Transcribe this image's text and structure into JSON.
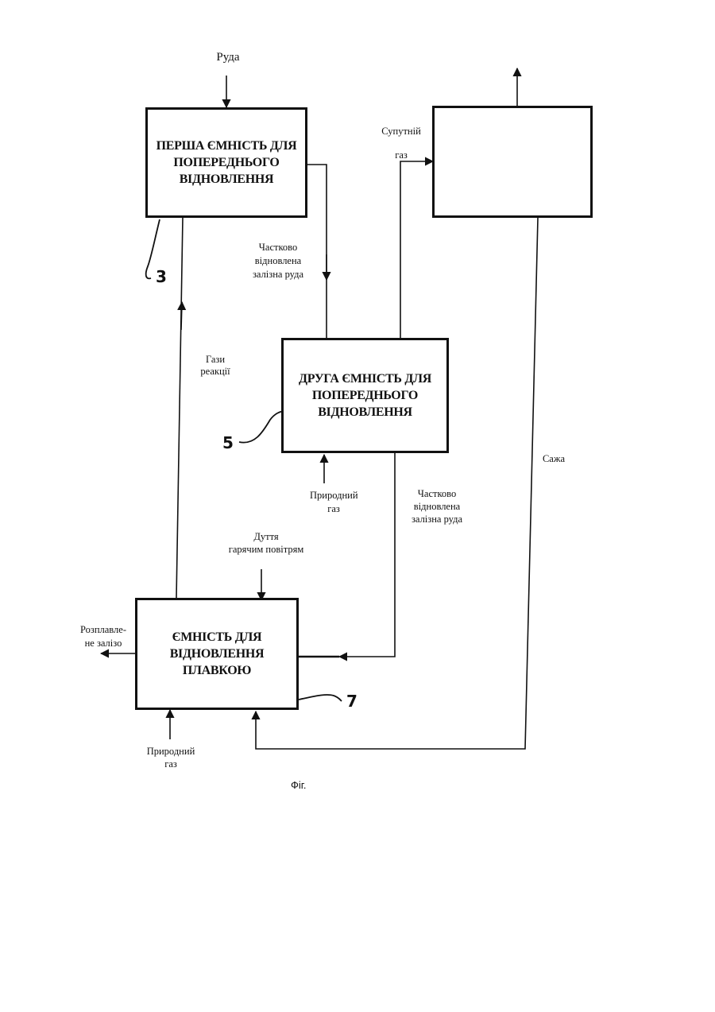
{
  "boxes": {
    "first": "ПЕРША ЄМНІСТЬ ДЛЯ\nПОПЕРЕДНЬОГО\nВІДНОВЛЕННЯ",
    "second": "ДРУГА ЄМНІСТЬ ДЛЯ\nПОПЕРЕДНЬОГО\nВІДНОВЛЕННЯ",
    "smelter": "ЄМНІСТЬ ДЛЯ\nВІДНОВЛЕННЯ\nПЛАВКОЮ",
    "top_right": ""
  },
  "labels": {
    "ore": "Руда",
    "associated_gas": "Супутній\nгаз",
    "partial_ore_1": "Частково\nвідновлена\nзалізна руда",
    "reaction_gases": "Гази\nреакції",
    "natural_gas_1": "Природний\nгаз",
    "partial_ore_2": "Частково\nвідновлена\nзалізна руда",
    "hot_blast": "Дуття\nгарячим повітрям",
    "molten_iron": "Розплавле-\nне залізо",
    "natural_gas_2": "Природний\nгаз",
    "soot": "Сажа"
  },
  "callouts": {
    "three": "3",
    "five": "5",
    "seven": "7"
  },
  "caption": "Фіг."
}
